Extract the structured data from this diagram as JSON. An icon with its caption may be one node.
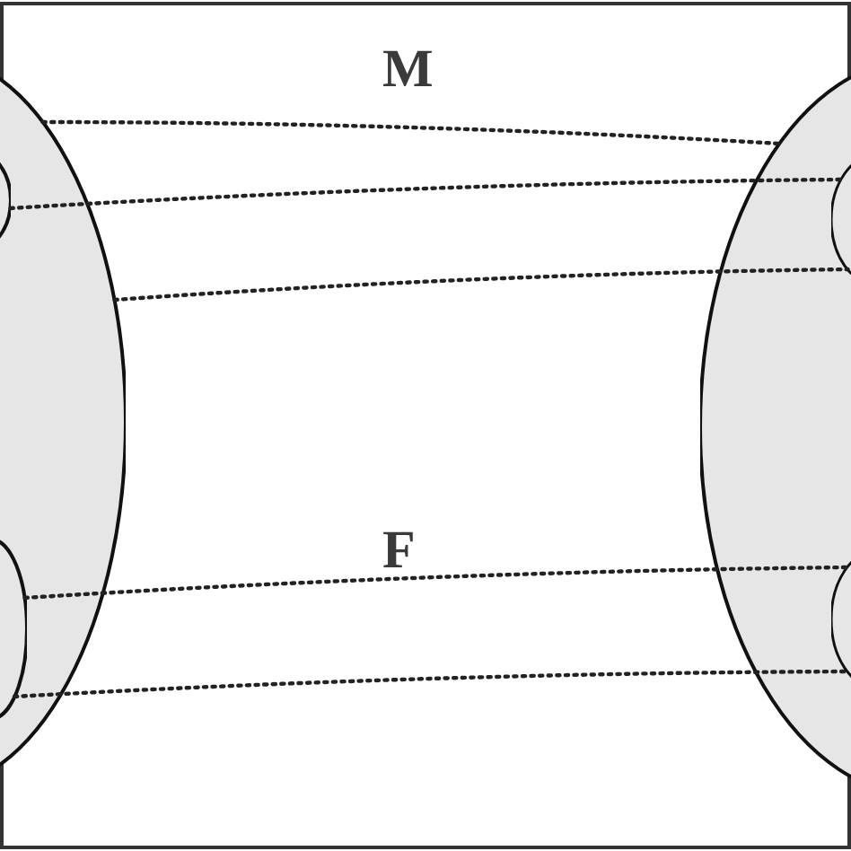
{
  "diagram": {
    "nodes": [
      {
        "text": [],
        "shape": "ellipse"
      },
      {
        "text": [],
        "shape": "ellipse",
        "in": 0
      },
      {
        "text": [],
        "shape": "ellipse",
        "in": 0
      },
      {
        "text": [],
        "shape": "ellipse"
      },
      {
        "text": [],
        "shape": "ellipse",
        "in": 3
      },
      {
        "text": [],
        "shape": "ellipse",
        "in": 3
      }
    ],
    "edges": [
      {
        "from": 0,
        "to": 3,
        "arrow": "none",
        "style": "dashed"
      },
      {
        "from": 1,
        "to": 4,
        "arrow": "none",
        "style": "dashed"
      },
      {
        "from": 0,
        "to": 4,
        "arrow": "none",
        "style": "dashed"
      },
      {
        "from": 2,
        "to": 5,
        "arrow": "none",
        "style": "dashed"
      },
      {
        "from": 2,
        "to": 5,
        "arrow": "none",
        "style": "dashed"
      }
    ],
    "labels": [
      "M",
      "F"
    ]
  }
}
